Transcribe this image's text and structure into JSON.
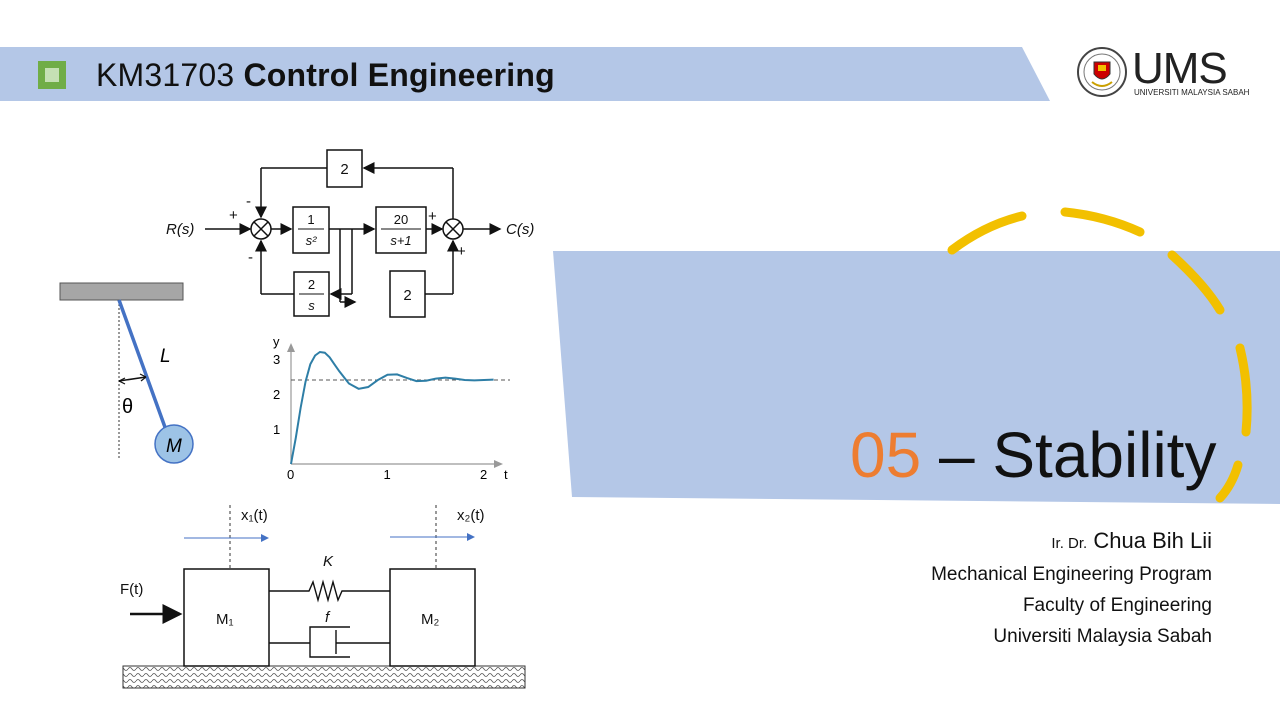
{
  "header": {
    "course_code": "KM31703",
    "course_name": "Control Engineering",
    "band_color": "#b4c7e7",
    "icon_color": "#70ad47"
  },
  "logo": {
    "text": "UMS",
    "subtext": "UNIVERSITI MALAYSIA SABAH",
    "icon": "university-crest-icon"
  },
  "title": {
    "number": "05",
    "separator": " – ",
    "text": "Stability",
    "number_color": "#ed7d31",
    "panel_color": "#b4c7e7",
    "arc_color": "#f2c000"
  },
  "author": {
    "prefix": "Ir. Dr.",
    "name": "Chua Bih Lii",
    "program": "Mechanical Engineering Program",
    "faculty": "Faculty of Engineering",
    "university": "Universiti Malaysia Sabah"
  },
  "block_diagram": {
    "input": "R(s)",
    "output": "C(s)",
    "blocks": {
      "feedback_top": "2",
      "g1_num": "1",
      "g1_den": "s²",
      "g2_num": "20",
      "g2_den": "s+1",
      "inner_num": "2",
      "inner_den": "s",
      "feed_forward": "2"
    },
    "signs": {
      "in_plus": "+",
      "top_minus": "-",
      "bottom_minus": "-",
      "out_plus_left": "+",
      "out_plus_bottom": "+"
    }
  },
  "pendulum": {
    "length_label": "L",
    "angle_label": "θ",
    "mass_label": "M"
  },
  "mass_spring": {
    "force_label": "F(t)",
    "x1_label": "x₁(t)",
    "x2_label": "x₂(t)",
    "spring_label": "K",
    "damper_label": "f",
    "mass1": "M₁",
    "mass2": "M₂"
  },
  "chart_data": {
    "type": "line",
    "xlabel": "t",
    "ylabel": "y",
    "xticks": [
      "0",
      "1",
      "2"
    ],
    "yticks": [
      "1",
      "2",
      "3"
    ],
    "xlim": [
      0,
      2.2
    ],
    "ylim": [
      0,
      3.5
    ],
    "steady_state": 2.4,
    "series": [
      {
        "x": [
          0,
          0.05,
          0.1,
          0.15,
          0.2,
          0.25,
          0.3,
          0.35,
          0.4,
          0.45,
          0.5,
          0.6,
          0.7,
          0.8,
          0.9,
          1.0,
          1.1,
          1.2,
          1.3,
          1.4,
          1.5,
          1.6,
          1.7,
          1.8,
          1.9,
          2.0,
          2.1
        ],
        "y": [
          0,
          0.75,
          1.6,
          2.35,
          2.85,
          3.1,
          3.2,
          3.18,
          3.05,
          2.85,
          2.65,
          2.3,
          2.15,
          2.2,
          2.4,
          2.55,
          2.56,
          2.46,
          2.37,
          2.38,
          2.44,
          2.47,
          2.44,
          2.4,
          2.39,
          2.4,
          2.41
        ]
      }
    ]
  }
}
